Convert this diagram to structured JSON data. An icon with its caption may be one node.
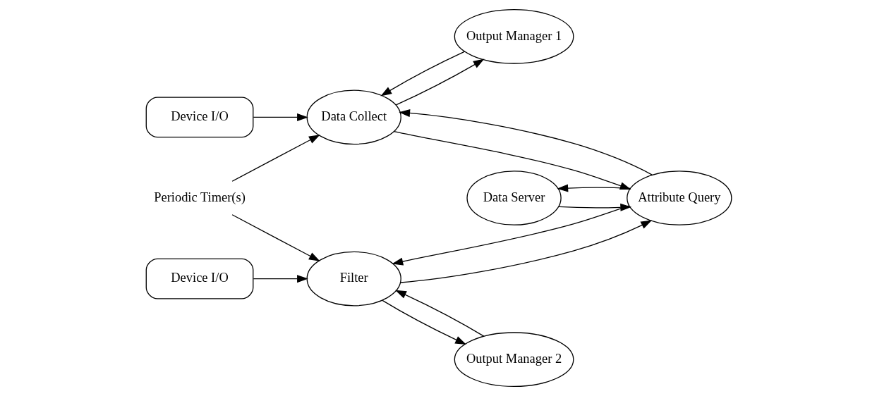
{
  "diagram": {
    "nodes": [
      {
        "text": [
          "Device I/O"
        ]
      },
      {
        "text": [
          "Data Collect"
        ]
      },
      {
        "text": [
          "Output Manager 1"
        ]
      },
      {
        "text": [
          "Attribute Query"
        ]
      },
      {
        "text": [
          "Data Server"
        ]
      },
      {
        "text": [
          "Device I/O"
        ]
      },
      {
        "text": [
          "Filter"
        ]
      },
      {
        "text": [
          "Output Manager 2"
        ]
      },
      {
        "text": [
          "Periodic Timer(s)"
        ]
      }
    ],
    "edges": [
      {
        "from": 0,
        "to": 1,
        "arrow": "to"
      },
      {
        "from": 2,
        "to": 1,
        "arrow": "to"
      },
      {
        "from": 1,
        "to": 2,
        "arrow": "to"
      },
      {
        "from": 1,
        "to": 3,
        "arrow": "to"
      },
      {
        "from": 3,
        "to": 1,
        "arrow": "to"
      },
      {
        "from": 3,
        "to": 4,
        "arrow": "to"
      },
      {
        "from": 4,
        "to": 3,
        "arrow": "to"
      },
      {
        "from": 5,
        "to": 6,
        "arrow": "to"
      },
      {
        "from": 6,
        "to": 3,
        "arrow": "to"
      },
      {
        "from": 3,
        "to": 6,
        "arrow": "to"
      },
      {
        "from": 6,
        "to": 7,
        "arrow": "to"
      },
      {
        "from": 7,
        "to": 6,
        "arrow": "to"
      },
      {
        "from": 8,
        "to": 1,
        "arrow": "to"
      },
      {
        "from": 8,
        "to": 6,
        "arrow": "to"
      }
    ]
  }
}
